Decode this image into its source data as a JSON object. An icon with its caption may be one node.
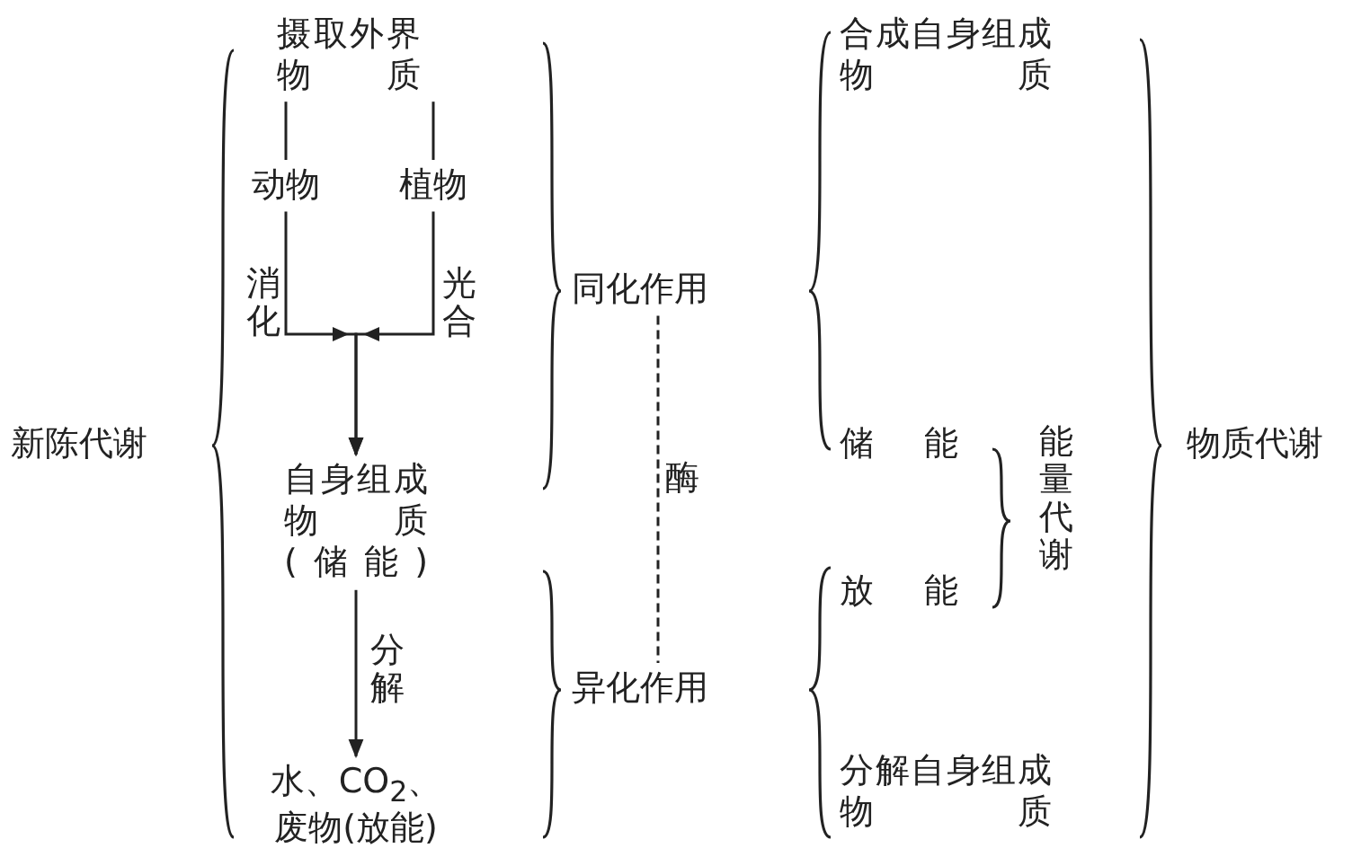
{
  "diagram": {
    "nodes": [
      {
        "text": [
          "新陈代谢"
        ]
      },
      {
        "text": [
          "摄取外界物质"
        ]
      },
      {
        "text": [
          "动物"
        ]
      },
      {
        "text": [
          "植物"
        ]
      },
      {
        "text": [
          "自身组成物质",
          "(储能)"
        ]
      },
      {
        "text": [
          "水、CO$_{2}$、废物(放能)"
        ]
      },
      {
        "text": [
          "同化作用"
        ]
      },
      {
        "text": [
          "异化作用"
        ]
      },
      {
        "text": [
          "合成自身组成物质"
        ]
      },
      {
        "text": [
          "储能"
        ]
      },
      {
        "text": [
          "放能"
        ]
      },
      {
        "text": [
          "分解自身组成物质"
        ]
      },
      {
        "text": [
          "能量代谢"
        ]
      },
      {
        "text": [
          "物质代谢"
        ]
      }
    ],
    "edges": [
      {
        "from": 1,
        "to": 2,
        "arrow": "none"
      },
      {
        "from": 1,
        "to": 3,
        "arrow": "none"
      },
      {
        "from": 2,
        "to": 4,
        "arrow": "to",
        "label": "消化"
      },
      {
        "from": 3,
        "to": 4,
        "arrow": "to",
        "label": "光合"
      },
      {
        "from": 4,
        "to": 5,
        "arrow": "to",
        "label": "分解"
      },
      {
        "from": 6,
        "to": 7,
        "arrow": "none",
        "style": "dashed",
        "label": "酶"
      }
    ]
  }
}
